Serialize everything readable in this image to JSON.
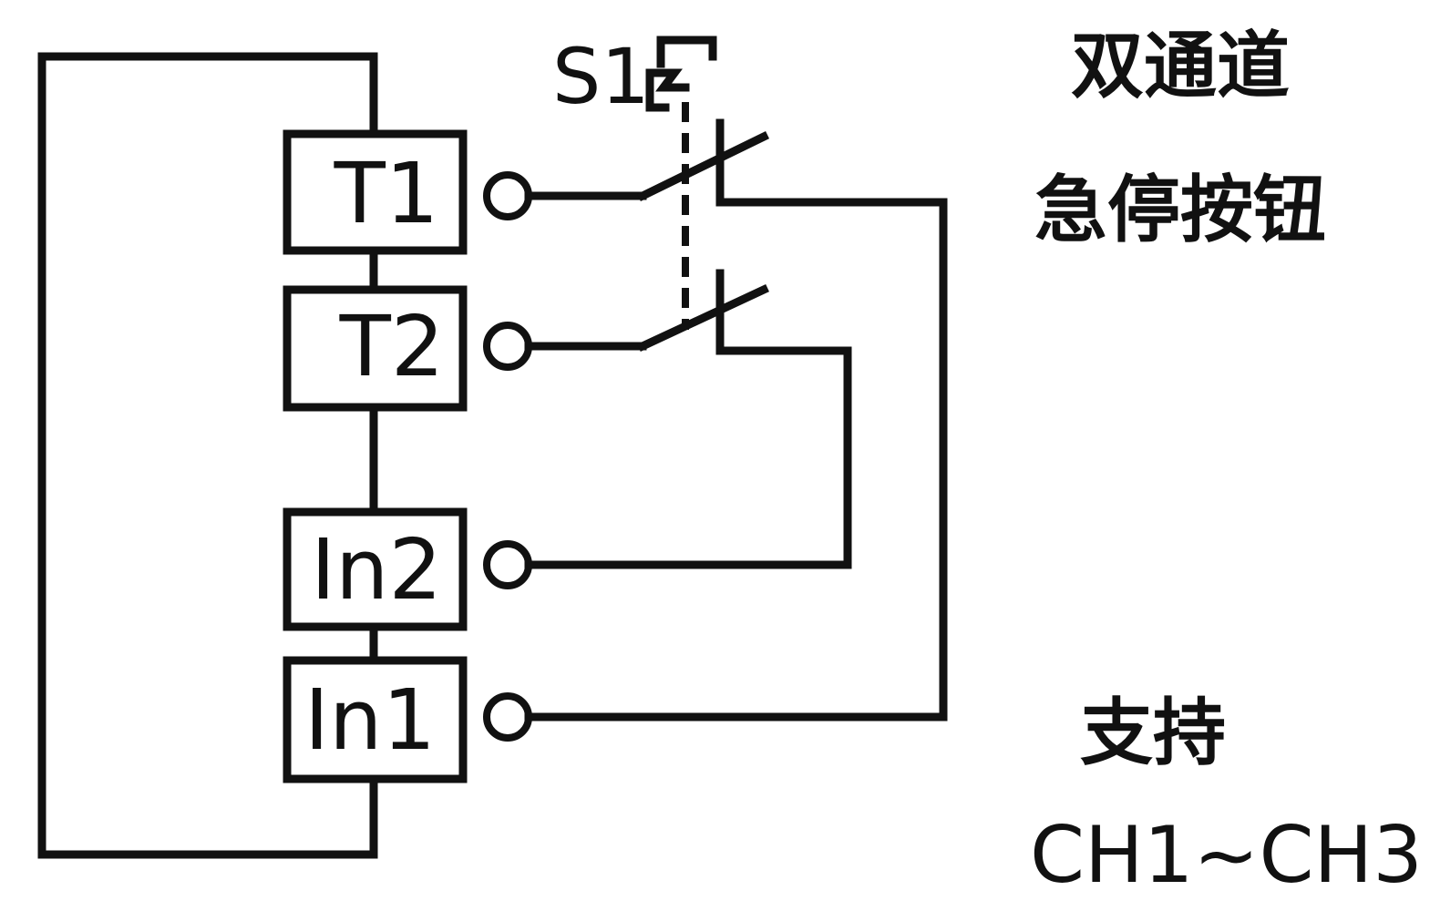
{
  "labels": {
    "t1": "T1",
    "t2": "T2",
    "in2": "In2",
    "in1": "In1",
    "s1": "S1",
    "title_line1": "双通道",
    "title_line2": "急停按钮",
    "support": "支持",
    "channels": "CH1~CH3"
  },
  "colors": {
    "line": "#111111",
    "background": "#ffffff"
  },
  "icons": {
    "switch": "emergency-stop-switch-icon"
  }
}
